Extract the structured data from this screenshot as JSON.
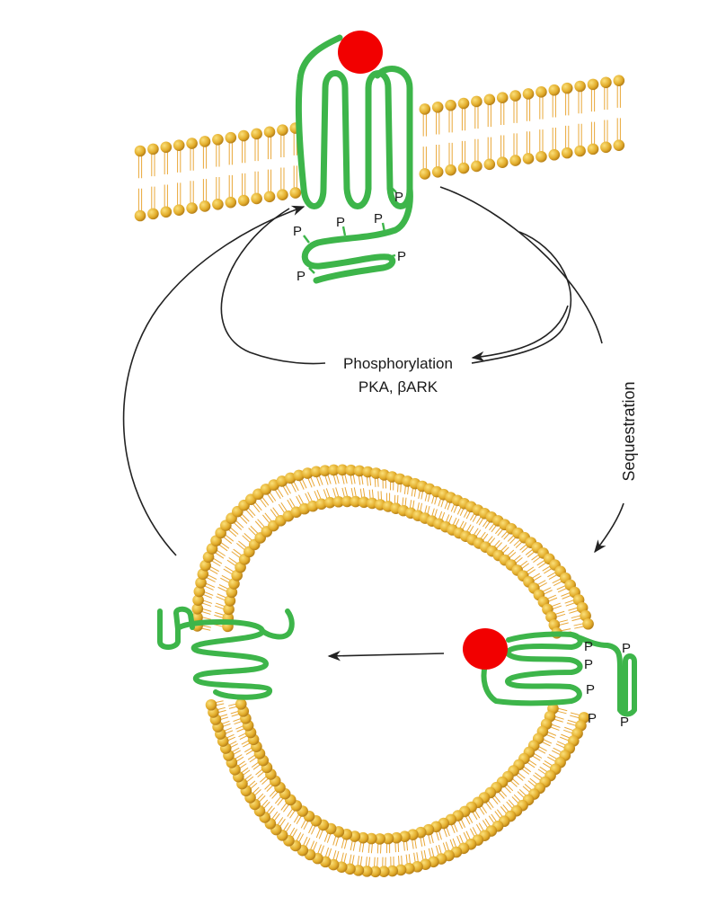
{
  "labels": {
    "phosphorylation": "Phosphorylation",
    "kinases": "PKA, βARK",
    "sequestration": "Sequestration",
    "phospho": "P"
  },
  "colors": {
    "receptor": "#3db54a",
    "ligand": "#f20000",
    "lipid_head": "#e2ac2a",
    "lipid_tail": "#e9a838",
    "arrow": "#222222"
  },
  "icons": {
    "ligand": "ligand-icon",
    "receptor": "receptor-icon",
    "membrane": "membrane-icon"
  }
}
